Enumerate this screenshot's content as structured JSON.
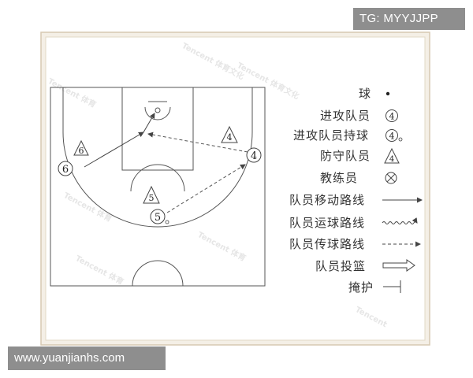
{
  "overlays": {
    "top_tag": "TG: MYYJJPP",
    "bottom_tag": "www.yuanjianhs.com"
  },
  "watermark": "Tencent 体育文化传媒",
  "court": {
    "players": [
      {
        "id": "attacker_6",
        "label": "6",
        "type": "attacker"
      },
      {
        "id": "defender_6",
        "label": "6",
        "type": "defender"
      },
      {
        "id": "defender_4",
        "label": "4",
        "type": "defender"
      },
      {
        "id": "attacker_4",
        "label": "4",
        "type": "attacker"
      },
      {
        "id": "defender_5",
        "label": "5",
        "type": "defender"
      },
      {
        "id": "attacker_5_ball",
        "label": "5",
        "type": "attacker_with_ball"
      }
    ]
  },
  "legend": [
    {
      "label": "球",
      "symbol": "ball"
    },
    {
      "label": "进攻队员",
      "symbol": "attacker",
      "symbol_text": "4"
    },
    {
      "label": "进攻队员持球",
      "symbol": "attacker_with_ball",
      "symbol_text": "4"
    },
    {
      "label": "防守队员",
      "symbol": "defender",
      "symbol_text": "4"
    },
    {
      "label": "教练员",
      "symbol": "coach"
    },
    {
      "label": "队员移动路线",
      "symbol": "move_line"
    },
    {
      "label": "队员运球路线",
      "symbol": "dribble_line"
    },
    {
      "label": "队员传球路线",
      "symbol": "pass_line"
    },
    {
      "label": "队员投篮",
      "symbol": "shot_arrow"
    },
    {
      "label": "掩护",
      "symbol": "screen"
    }
  ]
}
